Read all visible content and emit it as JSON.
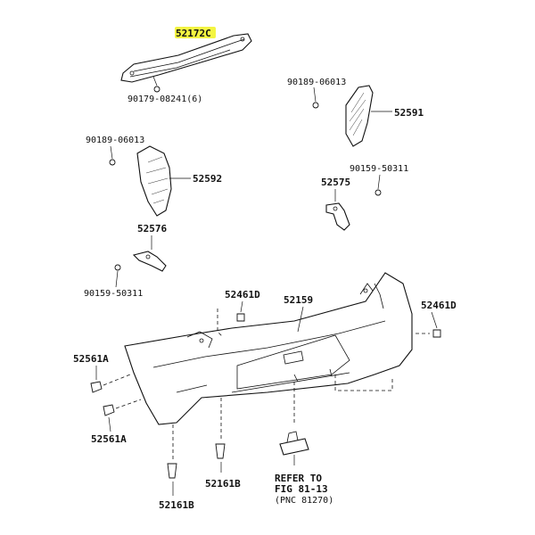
{
  "parts": {
    "reinforcement": "52172C",
    "reinforcement_bolt": "90179-08241(6)",
    "bolt_right_upper": "90189-06013",
    "retainer_right": "52591",
    "bolt_left_upper": "90189-06013",
    "retainer_left": "52592",
    "bolt_right_lower": "90159-50311",
    "bracket_right": "52575",
    "bracket_left": "52576",
    "bolt_left_lower": "90159-50311",
    "clip_left_top": "52461D",
    "bumper_cover": "52159",
    "clip_right_top": "52461D",
    "clip_side_upper": "52561A",
    "clip_side_lower": "52561A",
    "clip_bottom_mid": "52161B",
    "clip_bottom_left": "52161B",
    "refer_line1": "REFER TO",
    "refer_line2": "FIG 81-13",
    "refer_line3": "(PNC 81270)"
  },
  "colors": {
    "highlight": "#f4f542",
    "line": "#111111",
    "background": "#ffffff"
  }
}
